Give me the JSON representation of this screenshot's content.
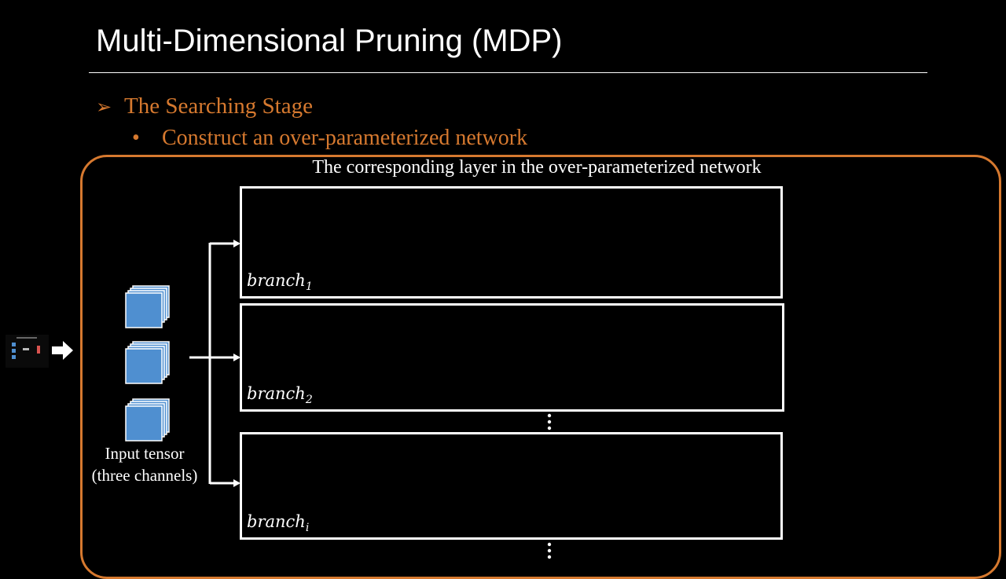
{
  "slide": {
    "title": "Multi-Dimensional Pruning (MDP)",
    "bullet_marker": "➢",
    "sub_marker": "•",
    "bullet": "The Searching Stage",
    "sub_bullet": "Construct an over-parameterized network"
  },
  "diagram": {
    "layer_caption": "The corresponding layer in the over-parameterized network",
    "branches": [
      {
        "name": "branch",
        "subscript": "1"
      },
      {
        "name": "branch",
        "subscript": "2"
      },
      {
        "name": "branch",
        "subscript": "i"
      }
    ],
    "input_caption_line1": "Input tensor",
    "input_caption_line2": "(three channels)",
    "input_channel_count": 3,
    "colors": {
      "accent": "#d6792f",
      "tensor_fill": "#4f8fd0",
      "background": "#000000",
      "foreground": "#ffffff"
    }
  }
}
